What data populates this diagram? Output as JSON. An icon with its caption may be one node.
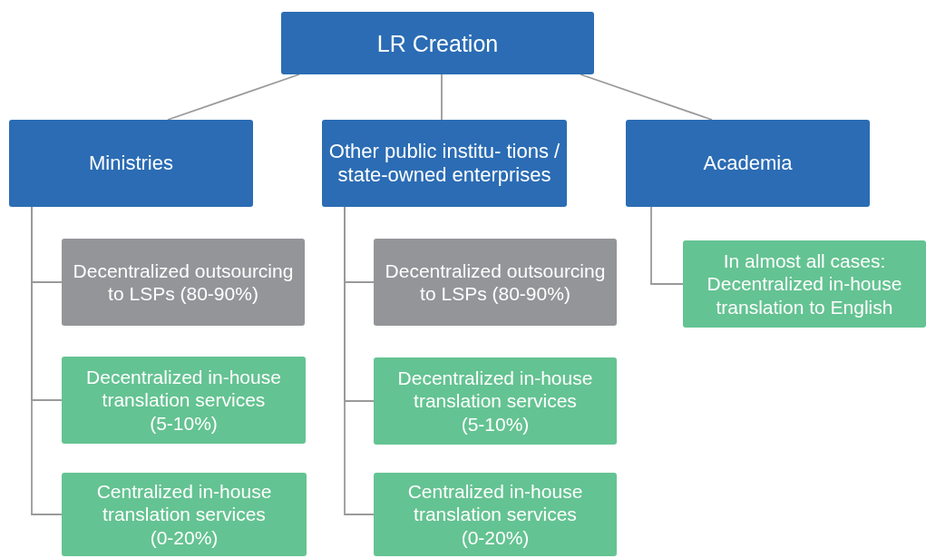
{
  "diagram": {
    "nodes": [
      {
        "text": [
          "LR Creation"
        ]
      },
      {
        "text": [
          "Ministries"
        ]
      },
      {
        "text": [
          "Other public institu- tions / state-owned enterprises"
        ]
      },
      {
        "text": [
          "Academia"
        ]
      },
      {
        "text": [
          "Decentralized outsourcing to LSPs (80-90%)"
        ]
      },
      {
        "text": [
          "Decentralized in-house translation services (5-10%)"
        ]
      },
      {
        "text": [
          "Centralized in-house translation services (0-20%)"
        ]
      },
      {
        "text": [
          "Decentralized outsourcing to LSPs (80-90%)"
        ]
      },
      {
        "text": [
          "Decentralized in-house translation services (5-10%)"
        ]
      },
      {
        "text": [
          "Centralized in-house translation services (0-20%)"
        ]
      },
      {
        "text": [
          "In almost all cases: Decentralized in-house translation to English"
        ]
      }
    ],
    "edges": [
      {
        "from": 0,
        "to": 1,
        "arrow": "none"
      },
      {
        "from": 0,
        "to": 2,
        "arrow": "none"
      },
      {
        "from": 0,
        "to": 3,
        "arrow": "none"
      },
      {
        "from": 1,
        "to": 4,
        "arrow": "none"
      },
      {
        "from": 1,
        "to": 5,
        "arrow": "none"
      },
      {
        "from": 1,
        "to": 6,
        "arrow": "none"
      },
      {
        "from": 2,
        "to": 7,
        "arrow": "none"
      },
      {
        "from": 2,
        "to": 8,
        "arrow": "none"
      },
      {
        "from": 2,
        "to": 9,
        "arrow": "none"
      },
      {
        "from": 3,
        "to": 10,
        "arrow": "none"
      }
    ]
  }
}
